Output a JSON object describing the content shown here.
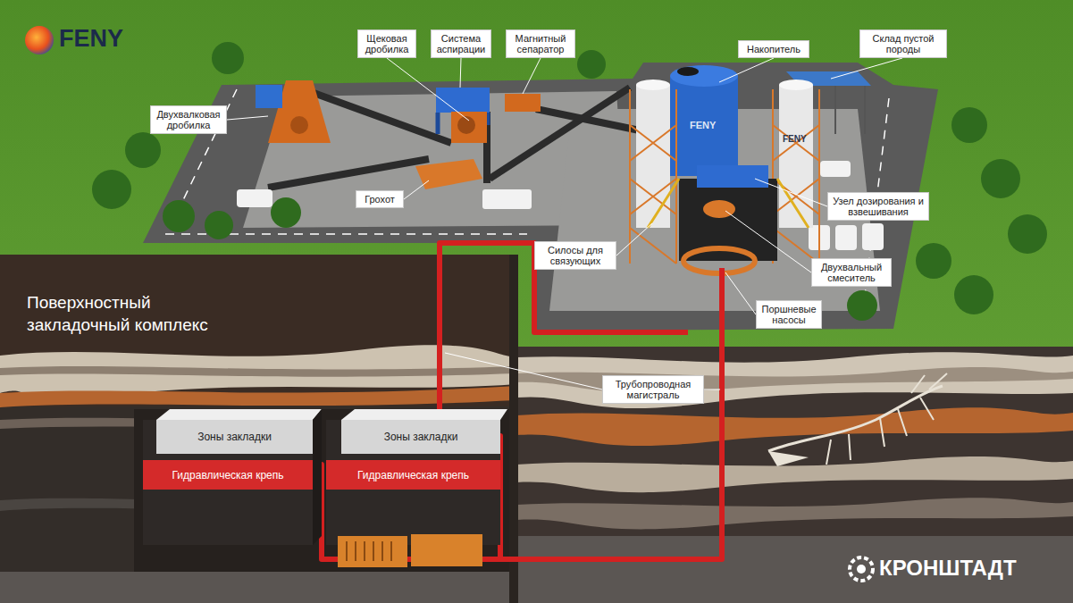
{
  "diagram": {
    "title": "Поверхностный закладочный комплекс",
    "nodes": [
      {
        "text": [
          "Щековая дробилка"
        ]
      },
      {
        "text": [
          "Система аспирации"
        ]
      },
      {
        "text": [
          "Магнитный сепаратор"
        ]
      },
      {
        "text": [
          "Накопитель"
        ]
      },
      {
        "text": [
          "Склад пустой породы"
        ]
      },
      {
        "text": [
          "Двухвалковая дробилка"
        ]
      },
      {
        "text": [
          "Грохот"
        ]
      },
      {
        "text": [
          "Узел дозирования и взвешивания"
        ]
      },
      {
        "text": [
          "Силосы для связующих"
        ]
      },
      {
        "text": [
          "Двухвальный смеситель"
        ]
      },
      {
        "text": [
          "Поршневые насосы"
        ]
      },
      {
        "text": [
          "Трубопроводная магистраль"
        ]
      },
      {
        "text": [
          "Зоны закладки"
        ]
      },
      {
        "text": [
          "Гидравлическая крепь"
        ]
      },
      {
        "text": [
          "Зоны закладки"
        ]
      },
      {
        "text": [
          "Гидравлическая крепь"
        ]
      }
    ],
    "labels": [
      "FENY",
      "FENY",
      "FENY",
      "КРОНШТАДТ"
    ]
  }
}
